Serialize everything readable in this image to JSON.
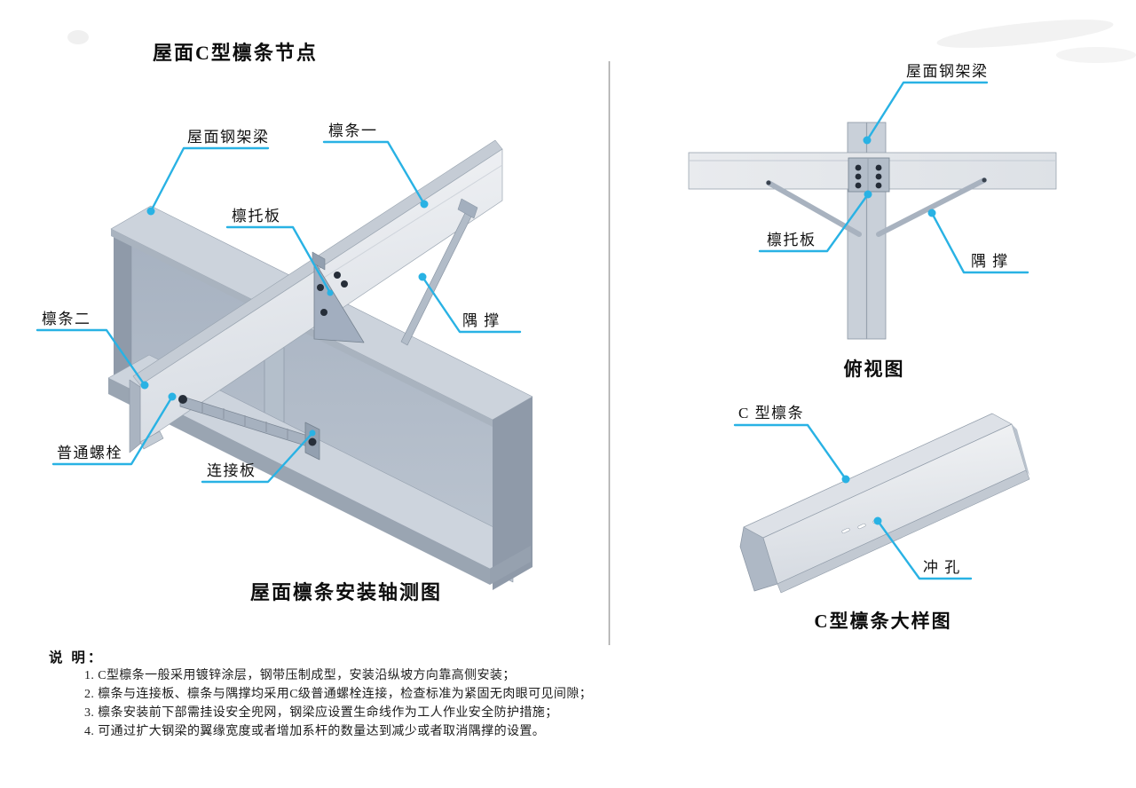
{
  "page": {
    "title": "屋面C型檩条节点",
    "accent_color": "#29b2e4",
    "steel_light": "#eef0f3",
    "steel_mid": "#c9d0d9",
    "steel_dark": "#8f9aa9",
    "bolt_color": "#262e39"
  },
  "left_panel": {
    "caption": "屋面檩条安装轴测图",
    "labels": {
      "roof_beam": "屋面钢架梁",
      "purlin_one": "檩条一",
      "purlin_support_plate": "檩托板",
      "corner_brace": "隅 撑",
      "purlin_two": "檩条二",
      "common_bolt": "普通螺栓",
      "connection_plate": "连接板"
    }
  },
  "right_panel": {
    "top_view": {
      "caption": "俯视图",
      "labels": {
        "roof_beam": "屋面钢架梁",
        "purlin_support_plate": "檩托板",
        "corner_brace": "隅 撑"
      }
    },
    "detail_view": {
      "caption": "C型檩条大样图",
      "labels": {
        "c_purlin": "C 型檩条",
        "punched_hole": "冲 孔"
      }
    }
  },
  "notes": {
    "heading": "说 明：",
    "items": [
      "1. C型檩条一般采用镀锌涂层，钢带压制成型，安装沿纵坡方向靠高侧安装；",
      "2. 檩条与连接板、檩条与隅撑均采用C级普通螺栓连接，检查标准为紧固无肉眼可见间隙；",
      "3. 檩条安装前下部需挂设安全兜网，钢梁应设置生命线作为工人作业安全防护措施；",
      "4. 可通过扩大钢梁的翼缘宽度或者增加系杆的数量达到减少或者取消隅撑的设置。"
    ]
  }
}
